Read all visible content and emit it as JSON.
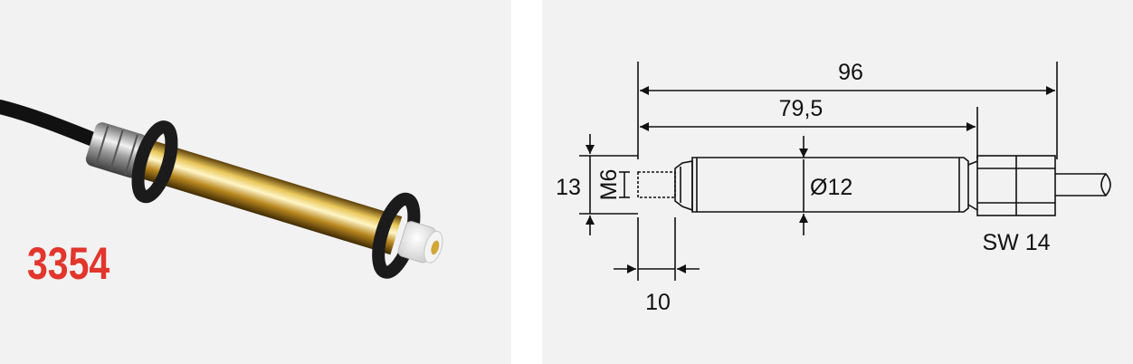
{
  "product": {
    "code": "3354",
    "code_color": "#e2362c"
  },
  "drawing": {
    "dim_total_length": "96",
    "dim_body_length": "79,5",
    "dim_diameter": "Ø12",
    "dim_thread": "M6",
    "dim_height": "13",
    "dim_thread_length": "10",
    "wrench_size": "SW 14"
  }
}
